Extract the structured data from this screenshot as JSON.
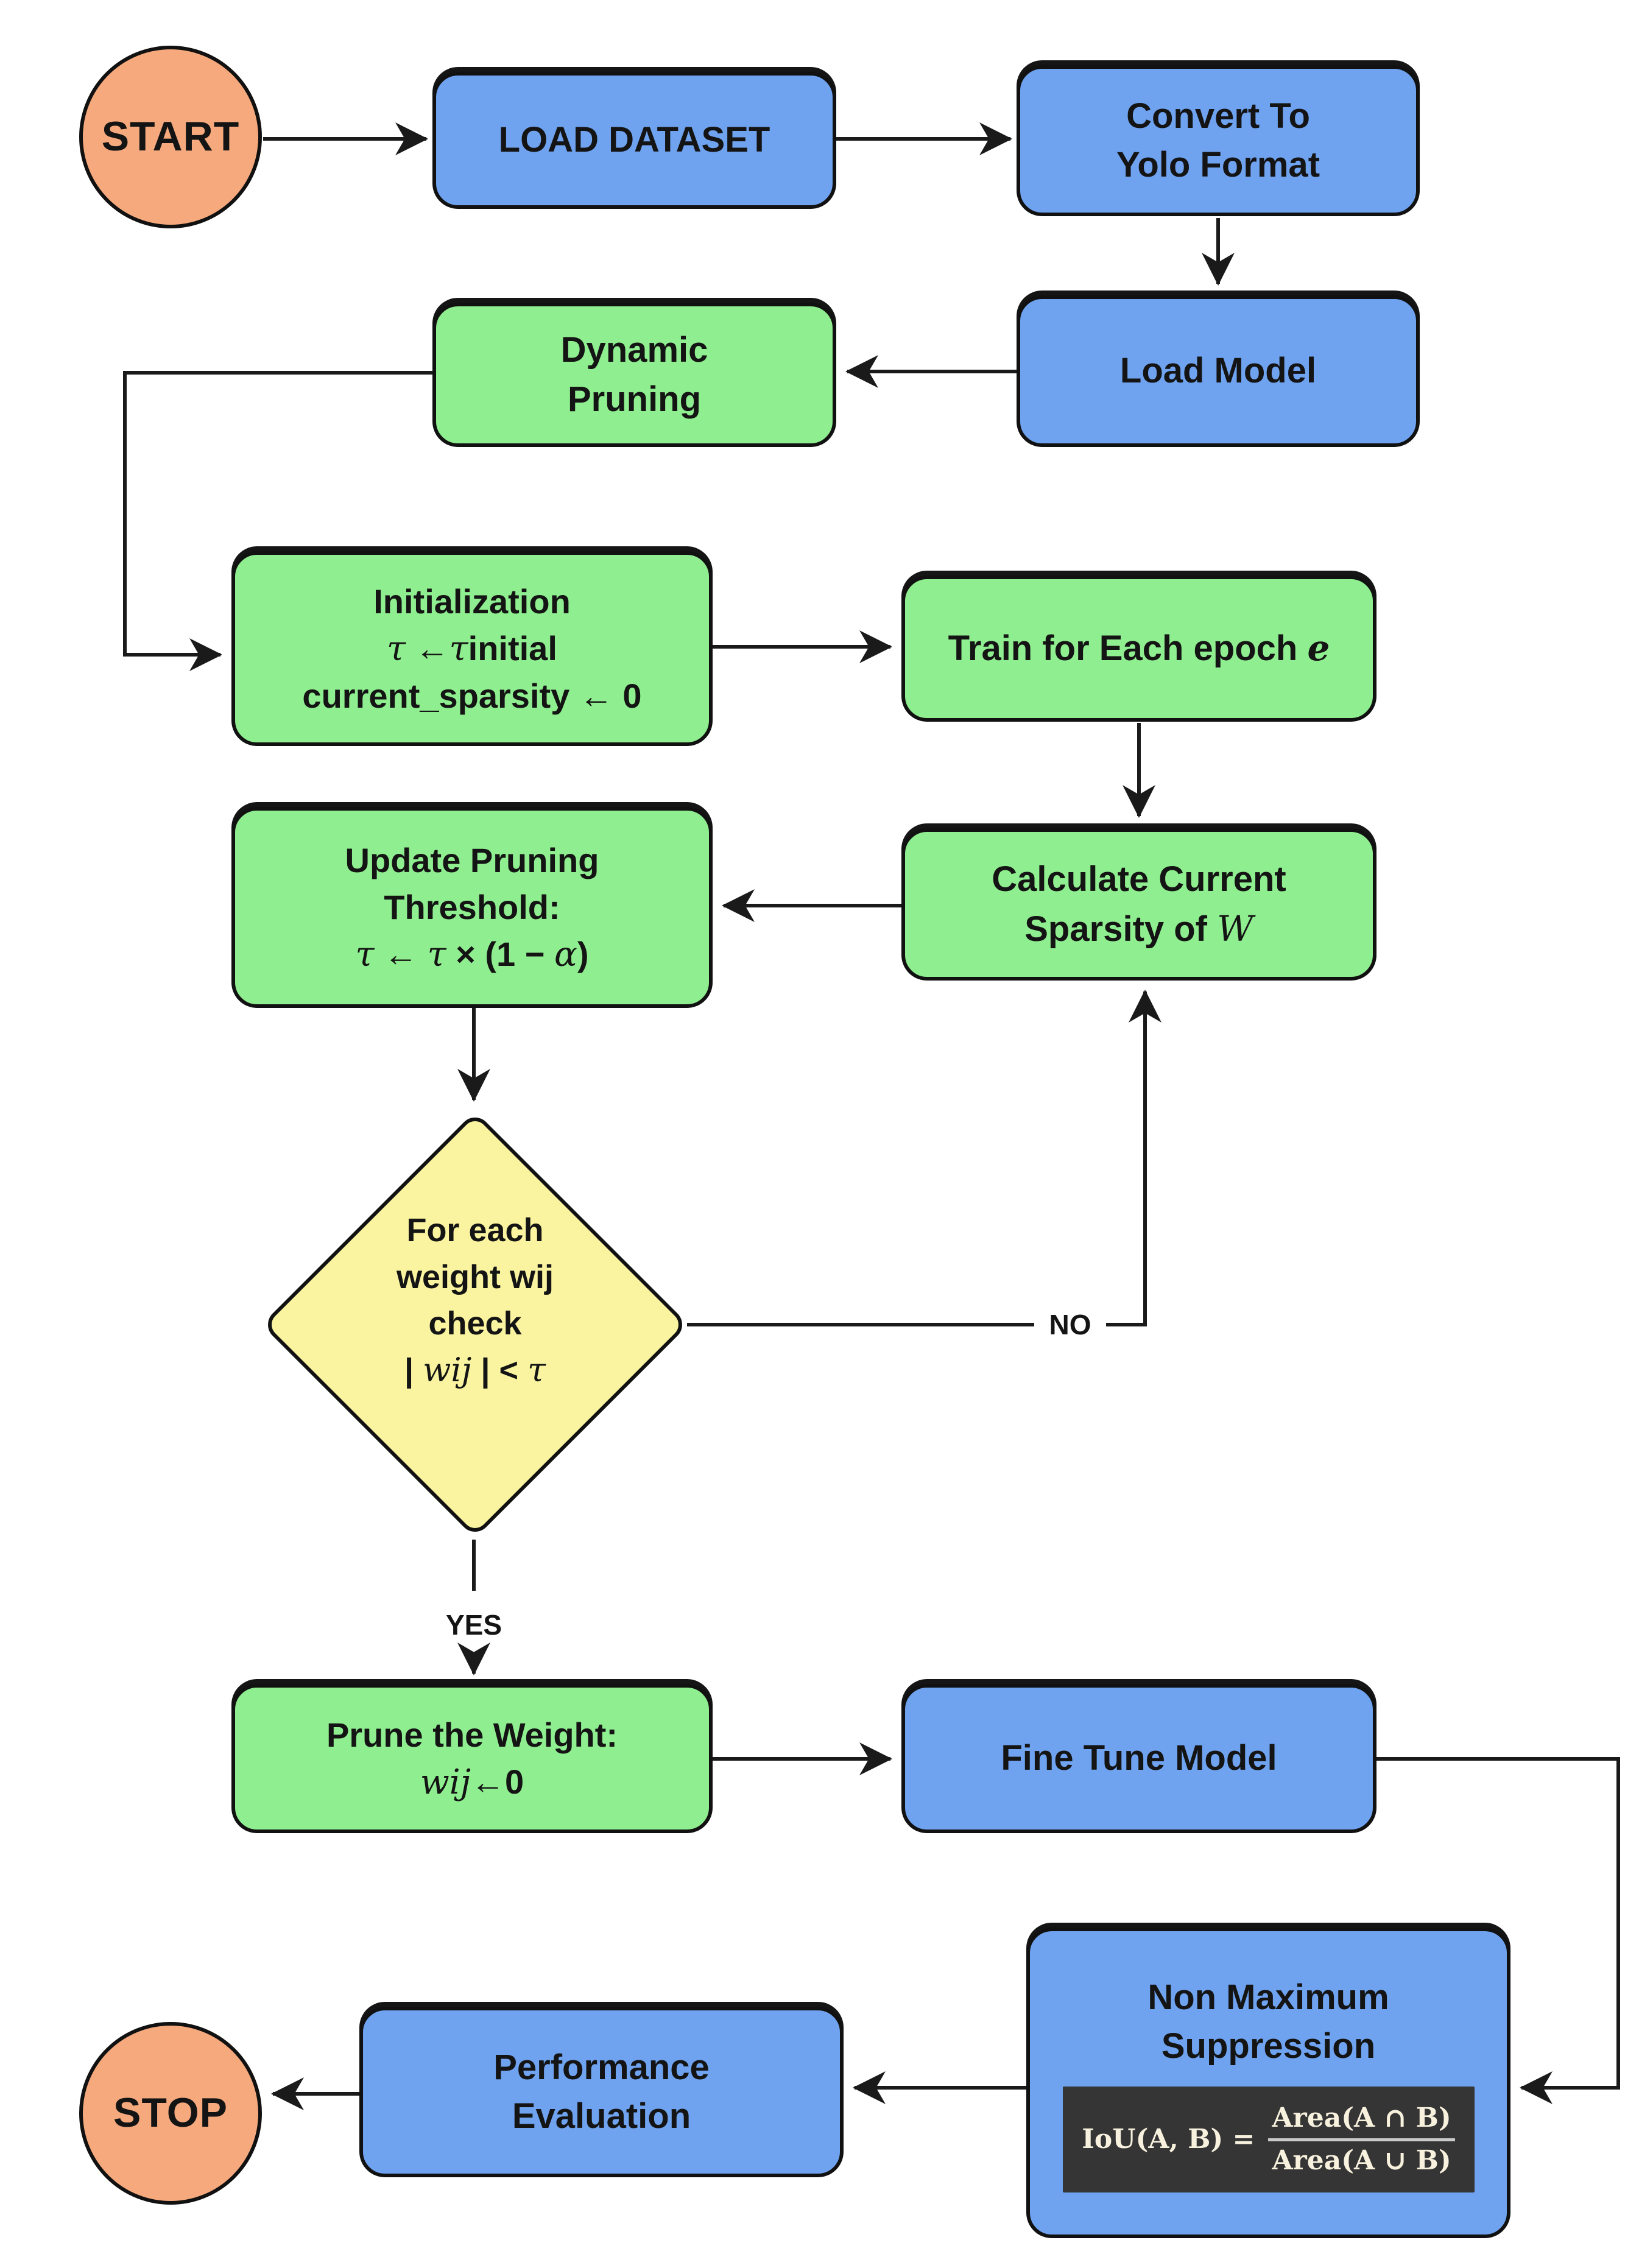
{
  "diagram": {
    "title_semantics": "Dynamic pruning training flowchart for a YOLO model",
    "colors": {
      "terminal_fill": "#F5A97D",
      "process_fill": "#6FA3F0",
      "pruning_fill": "#8FEE8F",
      "decision_fill": "#FAF4A1",
      "outline": "#111111",
      "connector": "#1A1A1A",
      "formula_panel_bg": "#353535",
      "formula_text": "#F7F1DE"
    },
    "nodes": {
      "start": {
        "label": "START"
      },
      "load_dataset": {
        "label": "LOAD DATASET"
      },
      "convert_yolo": {
        "line1": "Convert To",
        "line2": "Yolo Format"
      },
      "load_model": {
        "label": "Load Model"
      },
      "dynamic_pruning": {
        "line1": "Dynamic",
        "line2": "Pruning"
      },
      "initialization": {
        "line1": "Initialization",
        "tau": "τ",
        "assign": " ←",
        "tau2": "τ",
        "suffix": "initial",
        "line3": "current_sparsity ← 0"
      },
      "train_epoch": {
        "prefix": "Train for Each epoch ",
        "epoch_var": "e"
      },
      "calc_sparsity": {
        "line1": "Calculate Current",
        "line2_prefix": "Sparsity of ",
        "weight_matrix": "W"
      },
      "update_threshold": {
        "line1": "Update Pruning",
        "line2": "Threshold:",
        "tau": "τ",
        "assign": " ← ",
        "tau2": "τ",
        "mult": " × (1 − ",
        "alpha": "α",
        "close": ")"
      },
      "decision": {
        "line1": "For each",
        "line2": "weight wij",
        "line3": "check",
        "bar1": "| ",
        "wij": "wij",
        "bar2": " |  ",
        "lt": "< ",
        "tau": "τ"
      },
      "prune_weight": {
        "line1": "Prune the Weight:",
        "wij": "wij",
        "assign": "←",
        "zero": "0"
      },
      "fine_tune": {
        "label": "Fine Tune Model"
      },
      "nms": {
        "line1": "Non Maximum",
        "line2": "Suppression",
        "formula_lhs": "IoU(A, B) =",
        "formula_num": "Area(A ∩ B)",
        "formula_den": "Area(A ∪ B)"
      },
      "performance": {
        "line1": "Performance",
        "line2": "Evaluation"
      },
      "stop": {
        "label": "STOP"
      }
    },
    "edge_labels": {
      "no": "NO",
      "yes": "YES"
    }
  }
}
